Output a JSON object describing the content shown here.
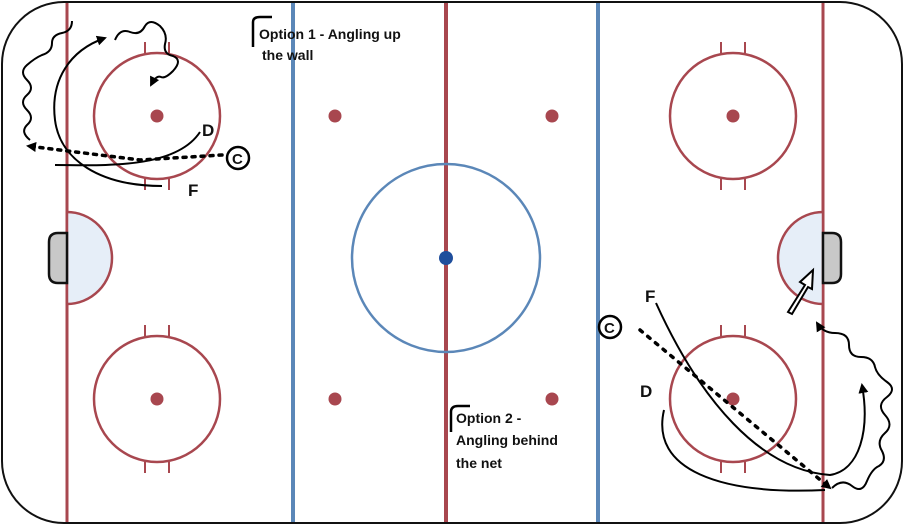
{
  "colors": {
    "boards": "#111111",
    "red_line": "#a8474f",
    "blue_line": "#5b87b8",
    "center_dot": "#1f4e9c",
    "faceoff_dot": "#a8474f",
    "crease_fill": "#e6eef8",
    "net_fill": "#c8c8c8",
    "path": "#000000"
  },
  "notes": {
    "option1_line1": "Option 1 - Angling up",
    "option1_line2": "the wall",
    "option2_line1": "Option 2 -",
    "option2_line2": "Angling behind",
    "option2_line3": "the net"
  },
  "players": {
    "top_d": "D",
    "top_f": "F",
    "top_coach": "C",
    "bottom_f": "F",
    "bottom_d": "D",
    "bottom_coach": "C"
  },
  "icons": {
    "coach": "circled-c-icon",
    "shot": "hollow-arrow-icon",
    "net": "net-icon"
  }
}
